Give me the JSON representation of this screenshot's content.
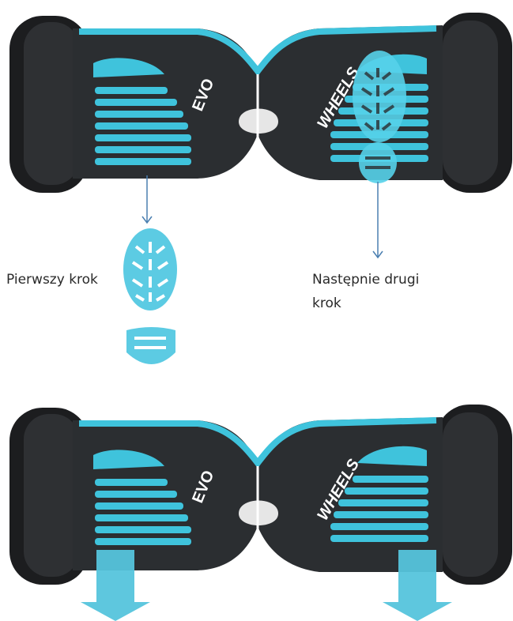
{
  "captions": {
    "first_step": "Pierwszy krok",
    "second_step_line1": "Następnie drugi",
    "second_step_line2": "krok"
  },
  "board": {
    "brand_evo": "EVO",
    "brand_small": "wheels",
    "brand_wheels": "WHEELS"
  },
  "colors": {
    "accent": "#3fc3dc",
    "body": "#2b2e31",
    "tire": "#1c1d1f",
    "arrow": "#55c4dc",
    "thin_arrow": "#4a7fb0"
  },
  "icons": {
    "footprint": "shoe-print-icon",
    "down_arrow": "arrow-down-icon"
  }
}
